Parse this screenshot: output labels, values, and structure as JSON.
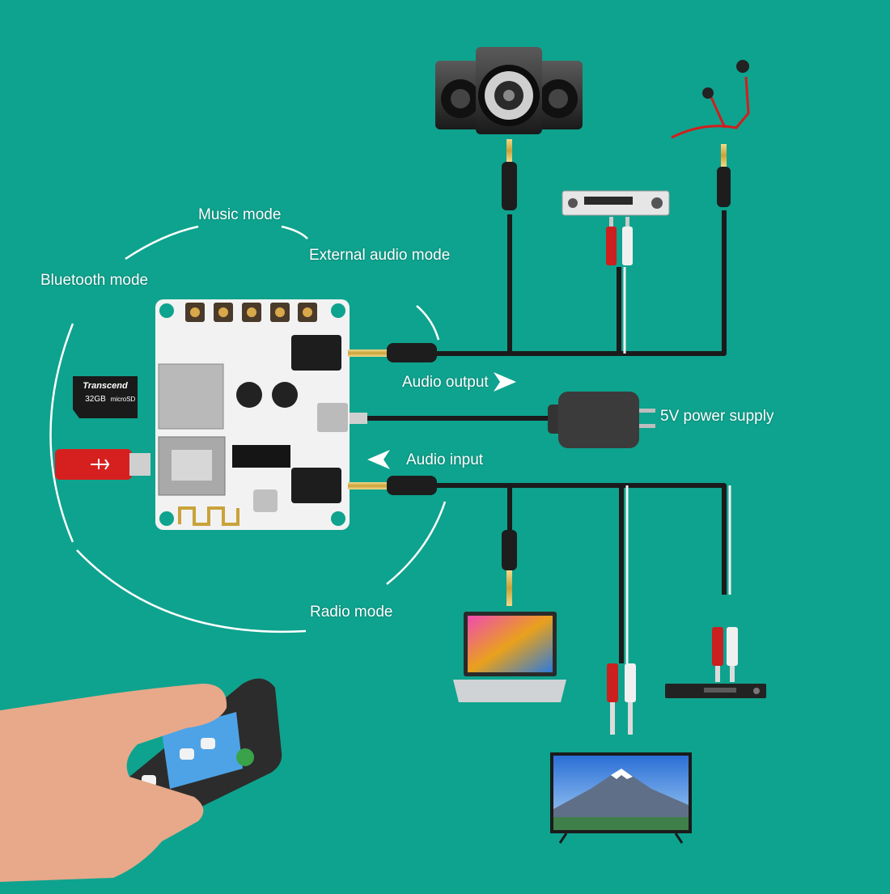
{
  "labels": {
    "music_mode": "Music mode",
    "external_audio_mode": "External audio mode",
    "bluetooth_mode": "Bluetooth mode",
    "audio_output": "Audio output",
    "power_supply": "5V power supply",
    "audio_input": "Audio input",
    "radio_mode": "Radio mode"
  },
  "sd_card": {
    "brand": "Transcend",
    "capacity": "32GB",
    "type": "microSD"
  },
  "colors": {
    "background": "#0ea38e",
    "cable": "#1b1b1b",
    "board": "#f2f2f2",
    "usb_stick": "#d62020",
    "label_text": "#ffffff"
  },
  "icons": [
    "speaker-system-icon",
    "earphones-icon",
    "amplifier-icon",
    "rca-plug-icon",
    "aux-jack-icon",
    "power-adapter-icon",
    "laptop-icon",
    "dvd-player-icon",
    "tv-icon",
    "remote-control-icon",
    "usb-stick-icon",
    "microsd-card-icon"
  ]
}
